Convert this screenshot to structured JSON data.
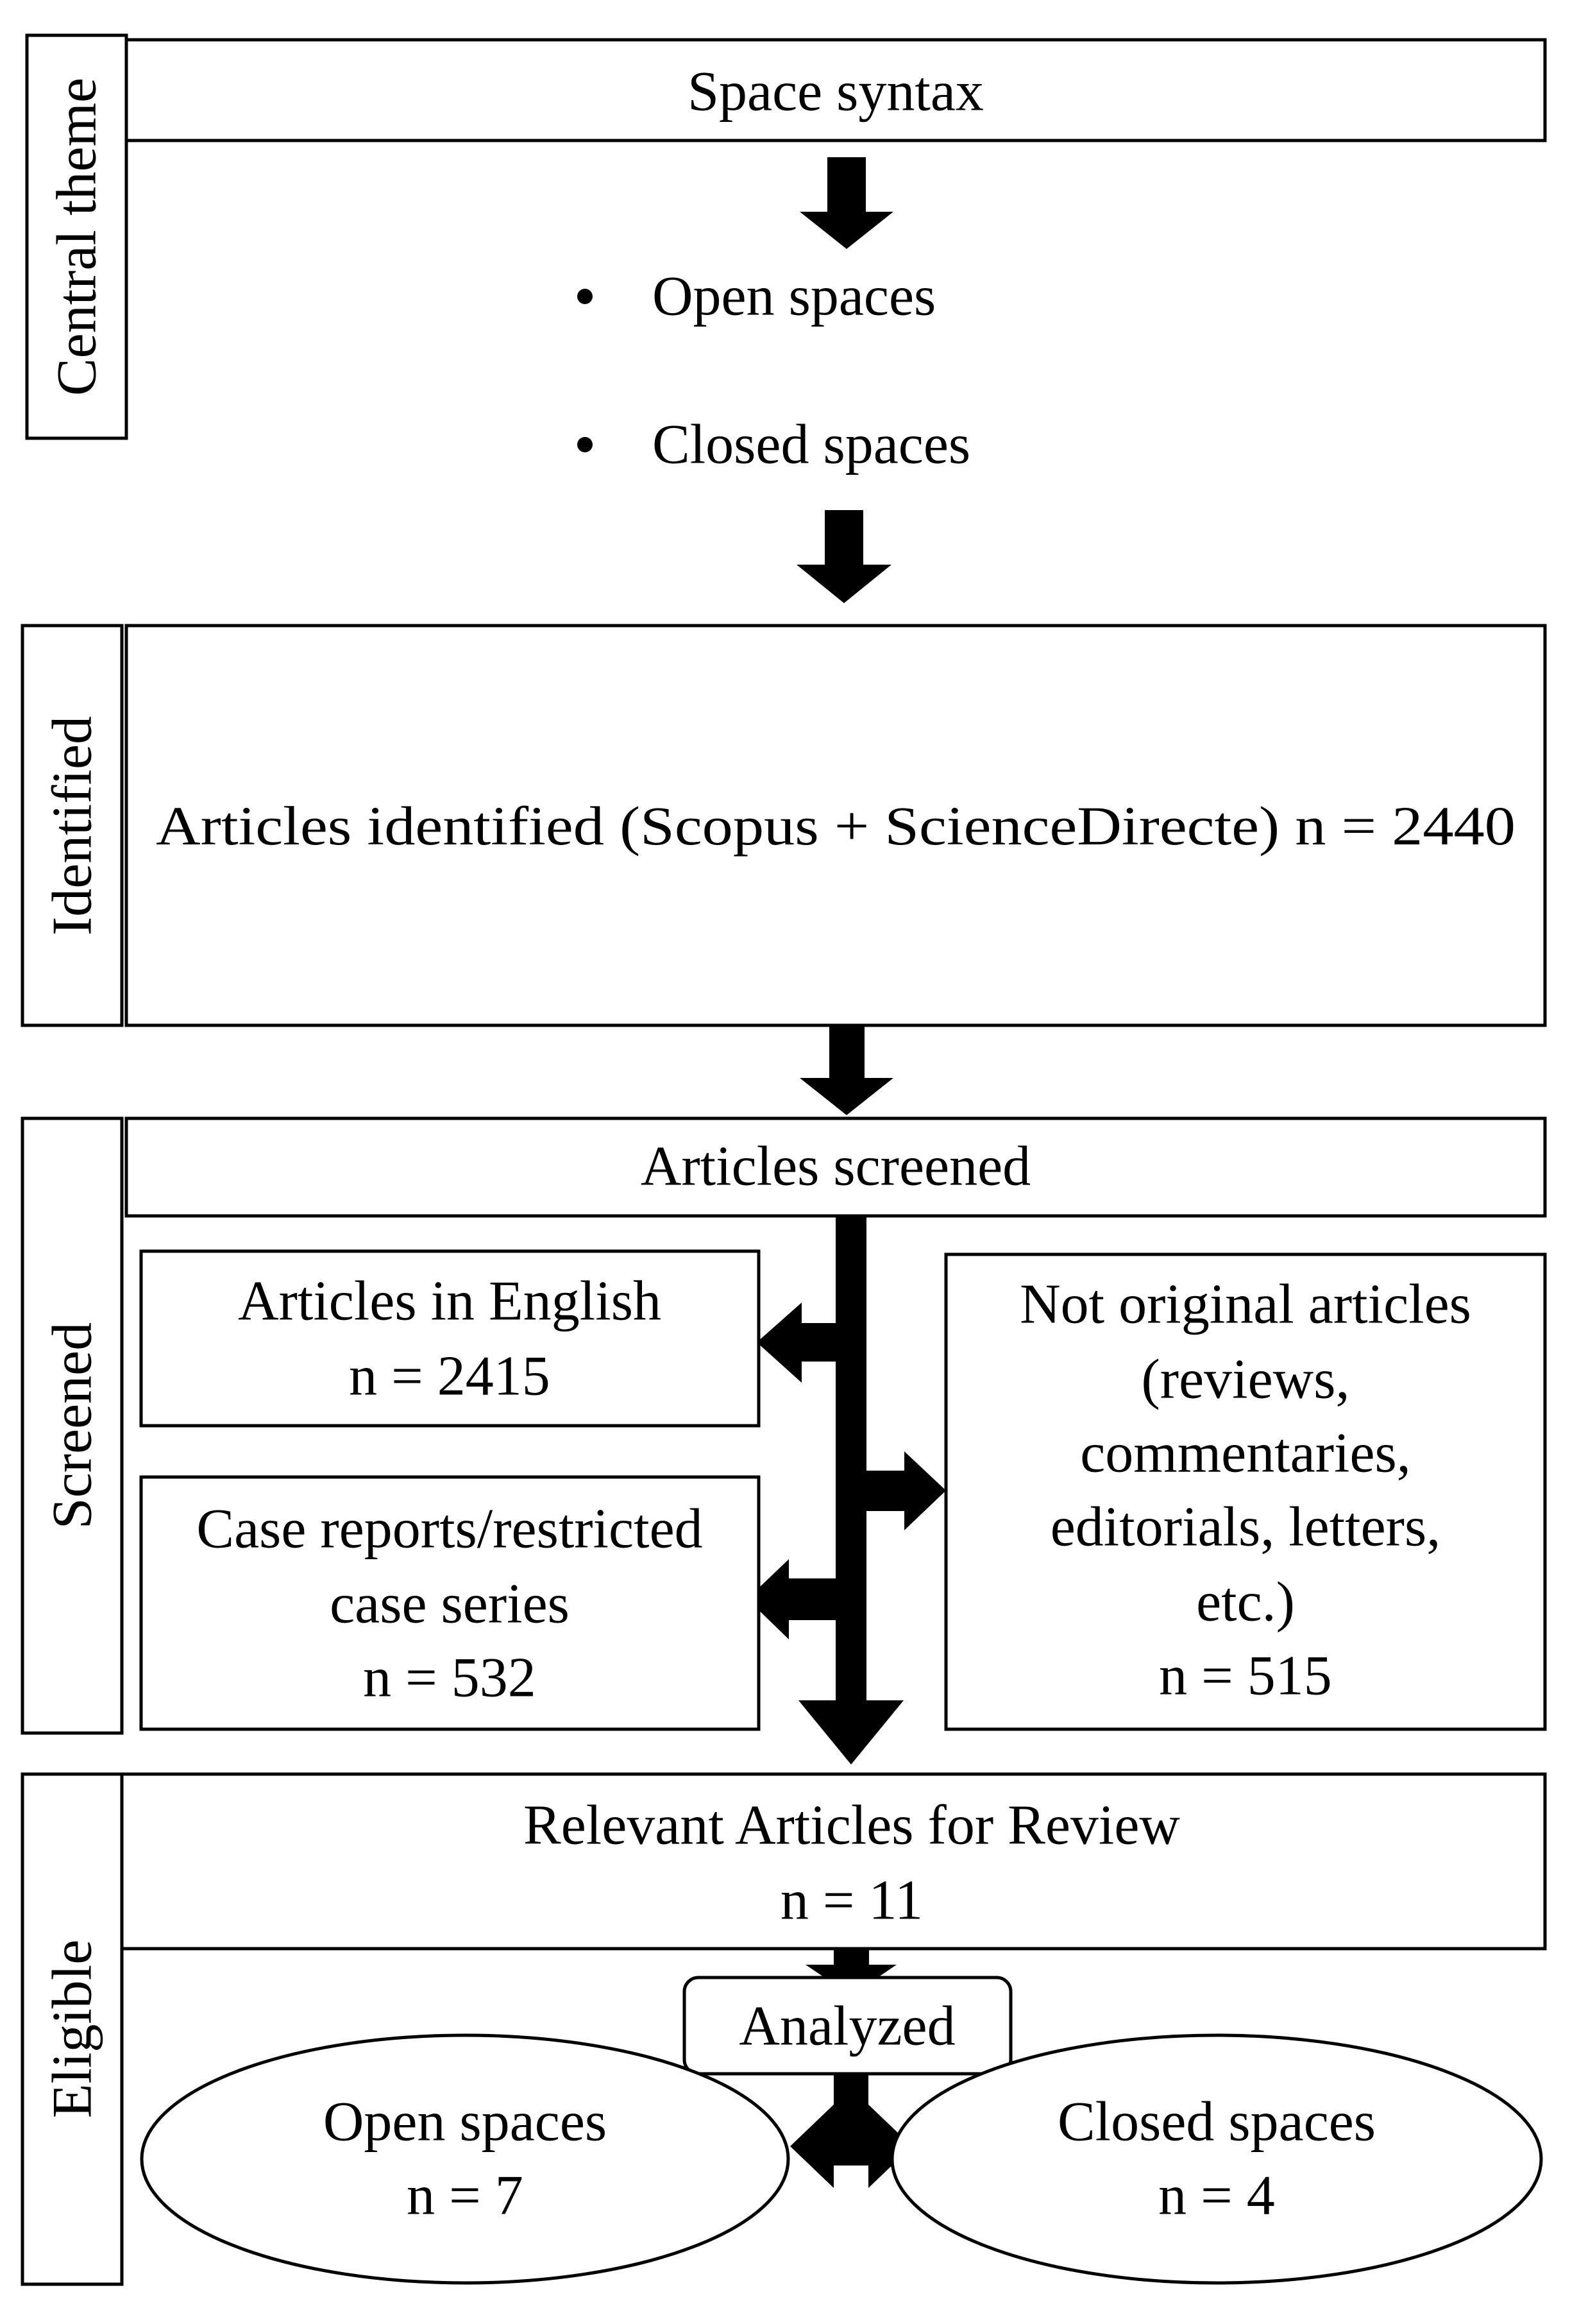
{
  "stages": {
    "central_theme": "Central theme",
    "identified": "Identified",
    "screened": "Screened",
    "eligible": "Eligible"
  },
  "theme": {
    "title": "Space syntax",
    "bullet_1": "Open spaces",
    "bullet_2": "Closed spaces"
  },
  "identified_box": {
    "text": "Articles identified (Scopus + ScienceDirecte) n = 2440"
  },
  "screened_box": {
    "text": "Articles screened"
  },
  "excluded_english": {
    "line1": "Articles in English",
    "line2": "n = 2415"
  },
  "excluded_case": {
    "line1": "Case reports/restricted",
    "line2": "case series",
    "line3": "n = 532"
  },
  "excluded_not_original": {
    "line1": "Not original articles",
    "line2": "(reviews,",
    "line3": "commentaries,",
    "line4": "editorials, letters,",
    "line5": "etc.)",
    "line6": "n = 515"
  },
  "relevant_box": {
    "line1": "Relevant Articles for Review",
    "line2": "n = 11"
  },
  "analyzed": {
    "text": "Analyzed"
  },
  "open_result": {
    "line1": "Open spaces",
    "line2": "n = 7"
  },
  "closed_result": {
    "line1": "Closed spaces",
    "line2": "n = 4"
  },
  "colors": {
    "stroke": "#000000",
    "fill": "#ffffff"
  }
}
